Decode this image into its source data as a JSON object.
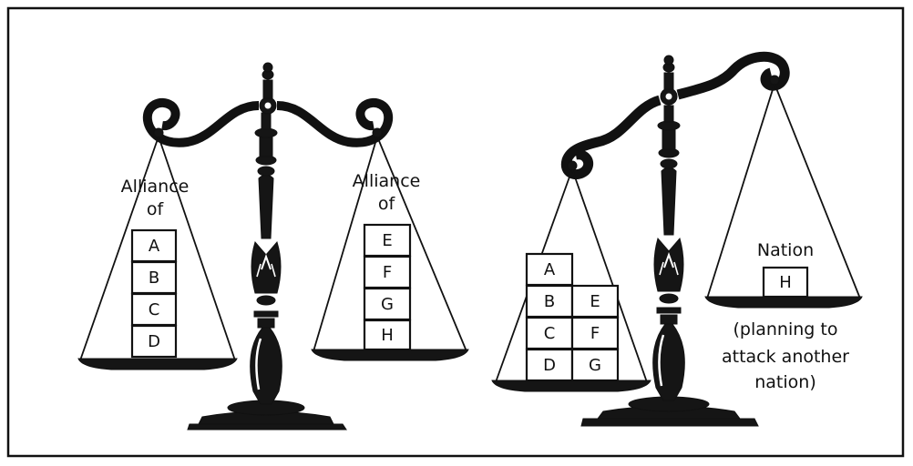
{
  "left_scale": {
    "left_pan": {
      "label_line1": "Alliance",
      "label_line2": "of",
      "boxes": [
        "A",
        "B",
        "C",
        "D"
      ]
    },
    "right_pan": {
      "label_line1": "Alliance",
      "label_line2": "of",
      "boxes": [
        "E",
        "F",
        "G",
        "H"
      ]
    }
  },
  "right_scale": {
    "left_pan": {
      "column1": [
        "A",
        "B",
        "C",
        "D"
      ],
      "column2": [
        "E",
        "F",
        "G"
      ]
    },
    "right_pan": {
      "label": "Nation",
      "box": "H",
      "caption_line1": "(planning to",
      "caption_line2": "attack another",
      "caption_line3": "nation)"
    }
  }
}
